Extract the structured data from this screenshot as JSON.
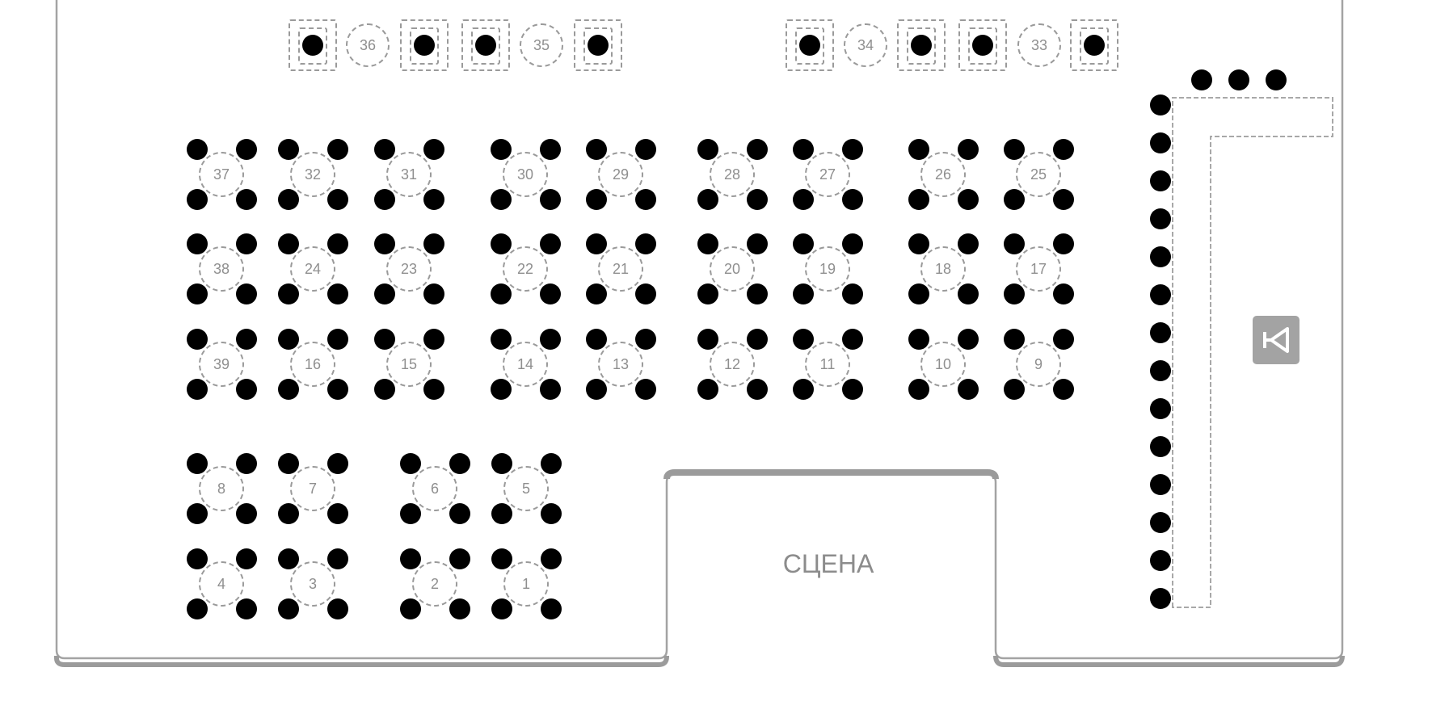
{
  "stage": {
    "label": "СЦЕНА"
  },
  "exit": {
    "icon": "exit-sign-icon",
    "color": "#a3a3a3"
  },
  "colors": {
    "wall": "#9b9b9b",
    "seat": "#000000",
    "table_border": "#9a9a9a",
    "table_text": "#8f8f8f"
  },
  "top_row": {
    "tables": [
      {
        "number": "36"
      },
      {
        "number": "35"
      },
      {
        "number": "34"
      },
      {
        "number": "33"
      }
    ],
    "single_seat_boxes": 8
  },
  "tables": [
    {
      "number": "37"
    },
    {
      "number": "32"
    },
    {
      "number": "31"
    },
    {
      "number": "30"
    },
    {
      "number": "29"
    },
    {
      "number": "28"
    },
    {
      "number": "27"
    },
    {
      "number": "26"
    },
    {
      "number": "25"
    },
    {
      "number": "38"
    },
    {
      "number": "24"
    },
    {
      "number": "23"
    },
    {
      "number": "22"
    },
    {
      "number": "21"
    },
    {
      "number": "20"
    },
    {
      "number": "19"
    },
    {
      "number": "18"
    },
    {
      "number": "17"
    },
    {
      "number": "39"
    },
    {
      "number": "16"
    },
    {
      "number": "15"
    },
    {
      "number": "14"
    },
    {
      "number": "13"
    },
    {
      "number": "12"
    },
    {
      "number": "11"
    },
    {
      "number": "10"
    },
    {
      "number": "9"
    },
    {
      "number": "8"
    },
    {
      "number": "7"
    },
    {
      "number": "6"
    },
    {
      "number": "5"
    },
    {
      "number": "4"
    },
    {
      "number": "3"
    },
    {
      "number": "2"
    },
    {
      "number": "1"
    }
  ],
  "bar": {
    "vertical_seats": 14,
    "top_seats": 3
  }
}
